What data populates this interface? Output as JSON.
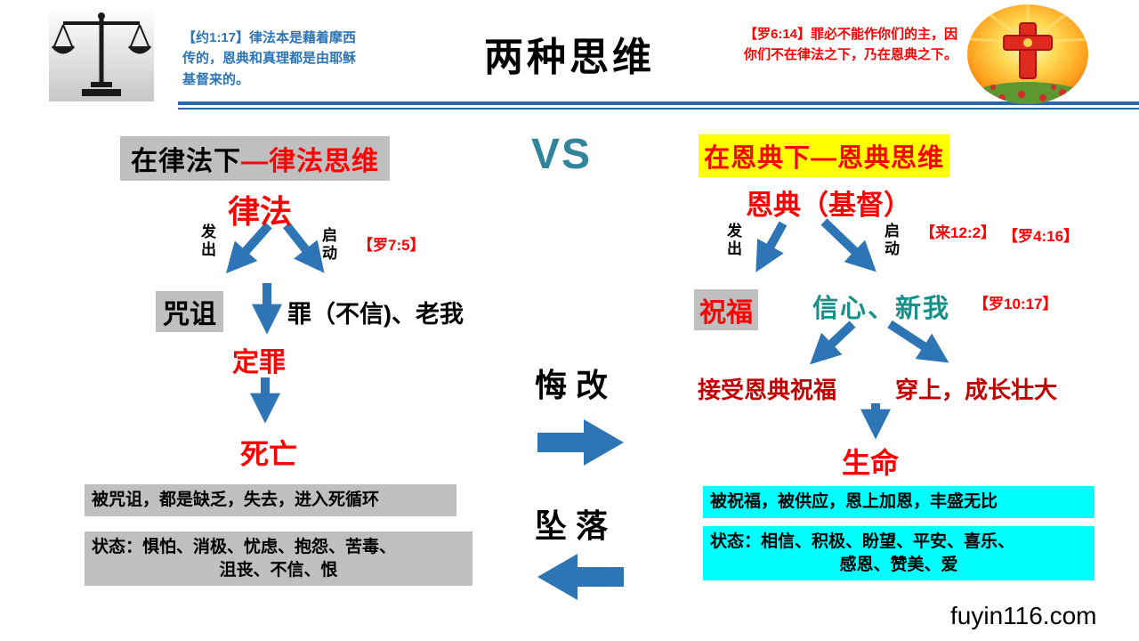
{
  "header": {
    "title": "两种思维",
    "left_verse": "【约1:17】律法本是藉着摩西传的，恩典和真理都是由耶稣基督来的。",
    "right_verse": "【罗6:14】罪必不能作你们的主，因你们不在律法之下，乃在恩典之下。"
  },
  "law": {
    "heading_prefix": "在律法下",
    "heading_suffix": "—律法思维",
    "source": "律法",
    "emit_label": "发出",
    "activate_label": "启动",
    "verse": "【罗7:5】",
    "curse": "咒诅",
    "sin": "罪（不信)、老我",
    "condemnation": "定罪",
    "death": "死亡",
    "summary": "被咒诅，都是缺乏，失去，进入死循环",
    "state_line1": "状态：惧怕、消极、忧虑、抱怨、苦毒、",
    "state_line2": "沮丧、不信、恨"
  },
  "center": {
    "vs": "VS",
    "repent": "悔 改",
    "fall": "坠 落"
  },
  "grace": {
    "heading": "在恩典下—恩典思维",
    "source": "恩典（基督）",
    "emit_label": "发出",
    "activate_label": "启动",
    "verse1": "【来12:2】",
    "verse2": "【罗4:16】",
    "blessing": "祝福",
    "faith": "信心、新我",
    "verse3": "【罗10:17】",
    "receive": "接受恩典祝福",
    "grow": "穿上，成长壮大",
    "life": "生命",
    "summary": "被祝福，被供应，恩上加恩，丰盛无比",
    "state_line1": "状态：相信、积极、盼望、平安、喜乐、",
    "state_line2": "感恩、赞美、爱"
  },
  "footer": {
    "website": "fuyin116.com"
  },
  "colors": {
    "arrow_blue": "#2E75B6",
    "header_line_blue": "#2867A8",
    "bright_red": "#FF0000",
    "dark_red": "#C00000",
    "teal_text": "#17908B",
    "vs_text": "#31849B",
    "gray_highlight": "#BFBFBF",
    "yellow_highlight": "#FFFF00",
    "cyan_highlight": "#00FFFF",
    "verse_blue": "#2E75B6"
  }
}
